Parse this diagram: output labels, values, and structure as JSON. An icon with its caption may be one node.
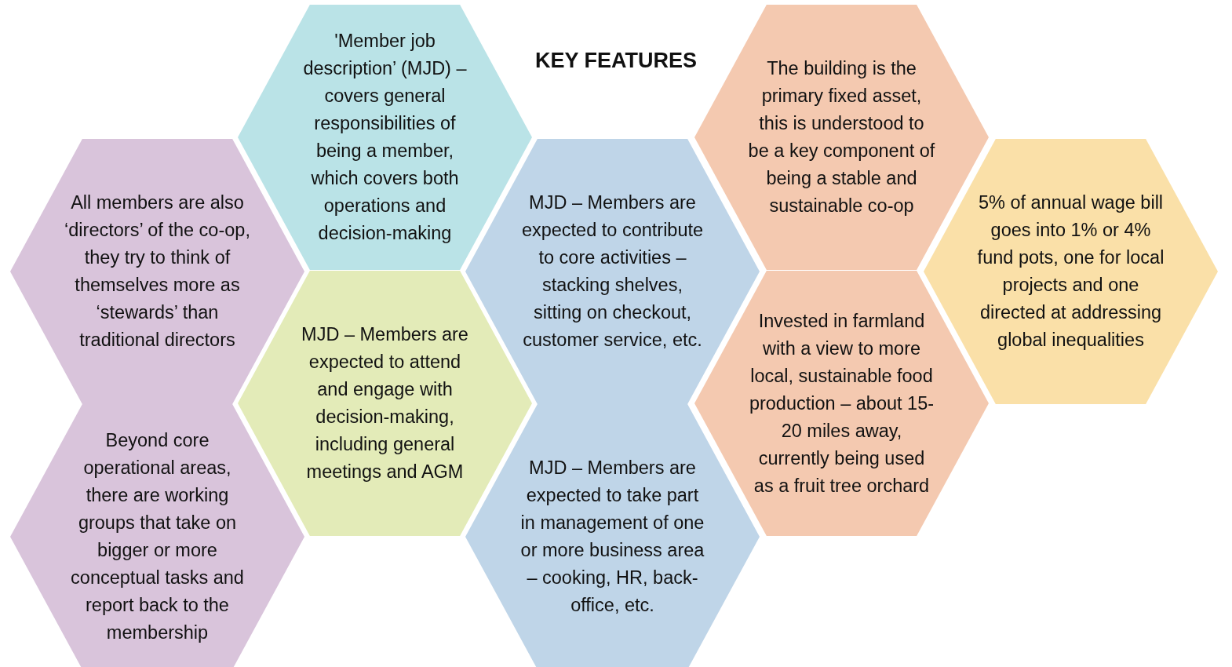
{
  "diagram": {
    "title": "KEY FEATURES",
    "nodes": [
      {
        "text": [
          "All members are also ‘directors’ of the co-op, they try to think of themselves more as ‘stewards’ than traditional directors"
        ]
      },
      {
        "text": [
          "Beyond core operational areas, there are working groups that take on bigger or more conceptual tasks and report back to the membership"
        ]
      },
      {
        "text": [
          "'Member job description’ (MJD) – covers general responsibilities of being a member, which covers both operations and decision-making"
        ]
      },
      {
        "text": [
          "MJD – Members are expected to attend and engage with decision-making, including general meetings and AGM"
        ]
      },
      {
        "text": [
          "MJD – Members are expected to contribute to core activities – stacking shelves, sitting on checkout, customer service, etc."
        ]
      },
      {
        "text": [
          "MJD – Members are expected to take part in management of one or more business area – cooking, HR, back-office, etc."
        ]
      },
      {
        "text": [
          "The building is the primary fixed asset, this is understood to be a key component of being a stable and sustainable co-op"
        ]
      },
      {
        "text": [
          "Invested in farmland with a view to more local, sustainable food production – about 15-20 miles away, currently being used as a fruit tree orchard"
        ]
      },
      {
        "text": [
          "5% of annual wage bill goes into 1% or 4% fund pots, one for local projects and one directed at addressing global inequalities"
        ]
      }
    ]
  }
}
